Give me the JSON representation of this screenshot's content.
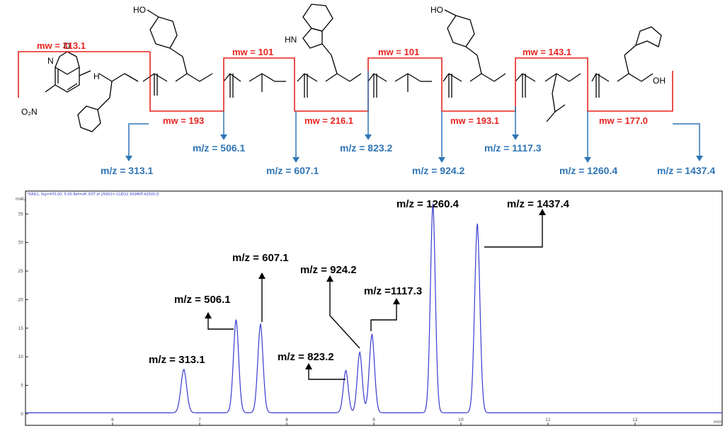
{
  "scheme": {
    "mw_labels": [
      "mw  = 313.1",
      "mw  = 193",
      "mw  = 101",
      "mw  = 216.1",
      "mw  = 101",
      "mw  = 193.1",
      "mw  = 143.1",
      "mw  = 177.0"
    ],
    "mz_labels": [
      "m/z = 313.1",
      "m/z = 506.1",
      "m/z = 607.1",
      "m/z = 823.2",
      "m/z = 924.2",
      "m/z = 1117.3",
      "m/z = 1260.4",
      "m/z = 1437.4"
    ],
    "atoms": {
      "no2": "O₂N",
      "oxy": "O",
      "nitrogen": "N",
      "nh": "H",
      "oh": "HO",
      "indole_nh": "HN",
      "terminal_oh": "OH"
    },
    "colors": {
      "bracket": "#e8231f",
      "arrow": "#2e75b6",
      "structure": "#000000"
    }
  },
  "chromatogram": {
    "header": "*DAD1, Sig=470,00, 5.00 Ref=off, EXT of 25001×-CLEO2.30\\MNT-42505.D",
    "y_unit": "mAU",
    "x_unit": "min",
    "trace_color": "#3a3ad0"
  },
  "chart_data": {
    "type": "line",
    "xlabel": "min",
    "ylabel": "mAU",
    "xlim": [
      5.0,
      13.0
    ],
    "ylim": [
      -2,
      39
    ],
    "x_ticks": [
      6,
      7,
      8,
      9,
      10,
      11,
      12
    ],
    "y_ticks": [
      0,
      5,
      10,
      15,
      20,
      25,
      30,
      35
    ],
    "grid": false,
    "baseline": 0.2,
    "peaks": [
      {
        "x": 6.82,
        "height": 7.6,
        "sigma": 0.035,
        "label": "m/z = 313.1"
      },
      {
        "x": 7.42,
        "height": 16.3,
        "sigma": 0.032,
        "label": "m/z = 506.1"
      },
      {
        "x": 7.7,
        "height": 15.5,
        "sigma": 0.032,
        "label": "m/z = 607.1"
      },
      {
        "x": 8.68,
        "height": 7.4,
        "sigma": 0.03,
        "label": "m/z = 823.2"
      },
      {
        "x": 8.84,
        "height": 10.6,
        "sigma": 0.03,
        "label": "m/z = 924.2"
      },
      {
        "x": 8.98,
        "height": 13.7,
        "sigma": 0.032,
        "label": "m/z =1117.3"
      },
      {
        "x": 9.68,
        "height": 36.6,
        "sigma": 0.03,
        "label": "m/z = 1260.4"
      },
      {
        "x": 10.19,
        "height": 33.1,
        "sigma": 0.032,
        "label": "m/z = 1437.4"
      }
    ]
  }
}
